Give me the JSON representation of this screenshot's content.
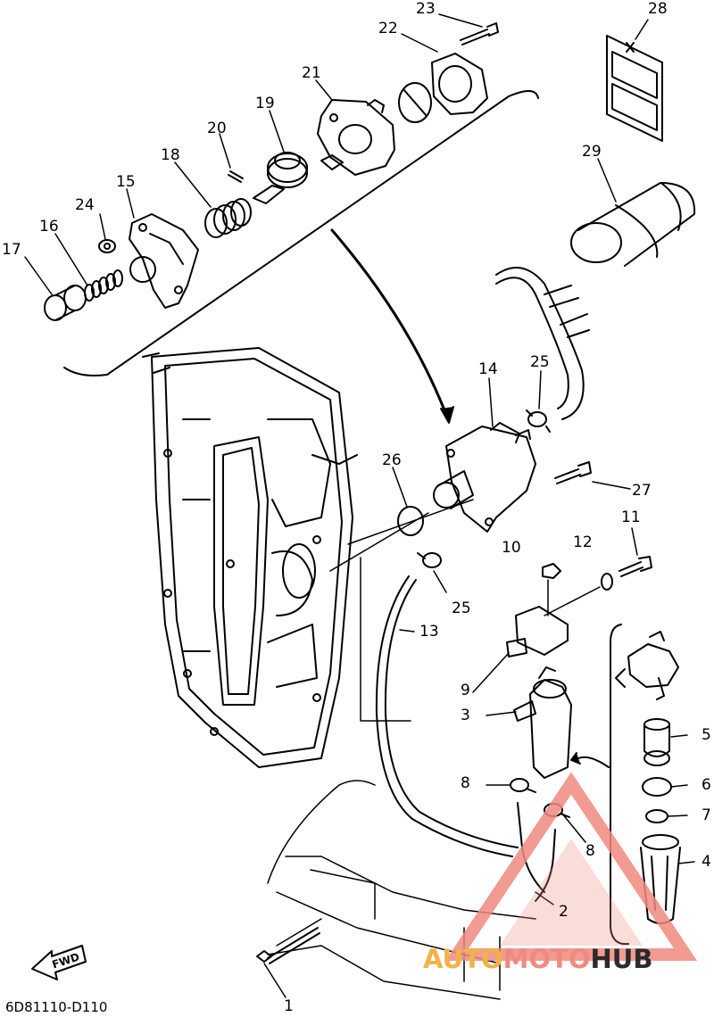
{
  "callouts": {
    "c1": "1",
    "c2": "2",
    "c3": "3",
    "c4": "4",
    "c5": "5",
    "c6": "6",
    "c7": "7",
    "c8a": "8",
    "c8b": "8",
    "c9": "9",
    "c10": "10",
    "c11": "11",
    "c12": "12",
    "c13": "13",
    "c14": "14",
    "c15": "15",
    "c16": "16",
    "c17": "17",
    "c18": "18",
    "c19": "19",
    "c20": "20",
    "c21": "21",
    "c22": "22",
    "c23": "23",
    "c24": "24",
    "c25a": "25",
    "c25b": "25",
    "c26": "26",
    "c27": "27",
    "c28": "28",
    "c29": "29"
  },
  "diagram_code": "6D81110-D110",
  "fwd_label": "FWD",
  "watermark": {
    "part1": "AUTO",
    "part2": "MOTO",
    "part3": "HUB"
  },
  "colors": {
    "line": "#000000",
    "watermark_triangle": "#f08a80",
    "watermark_auto": "#f2b24a",
    "watermark_hub": "#2a2a2a"
  }
}
